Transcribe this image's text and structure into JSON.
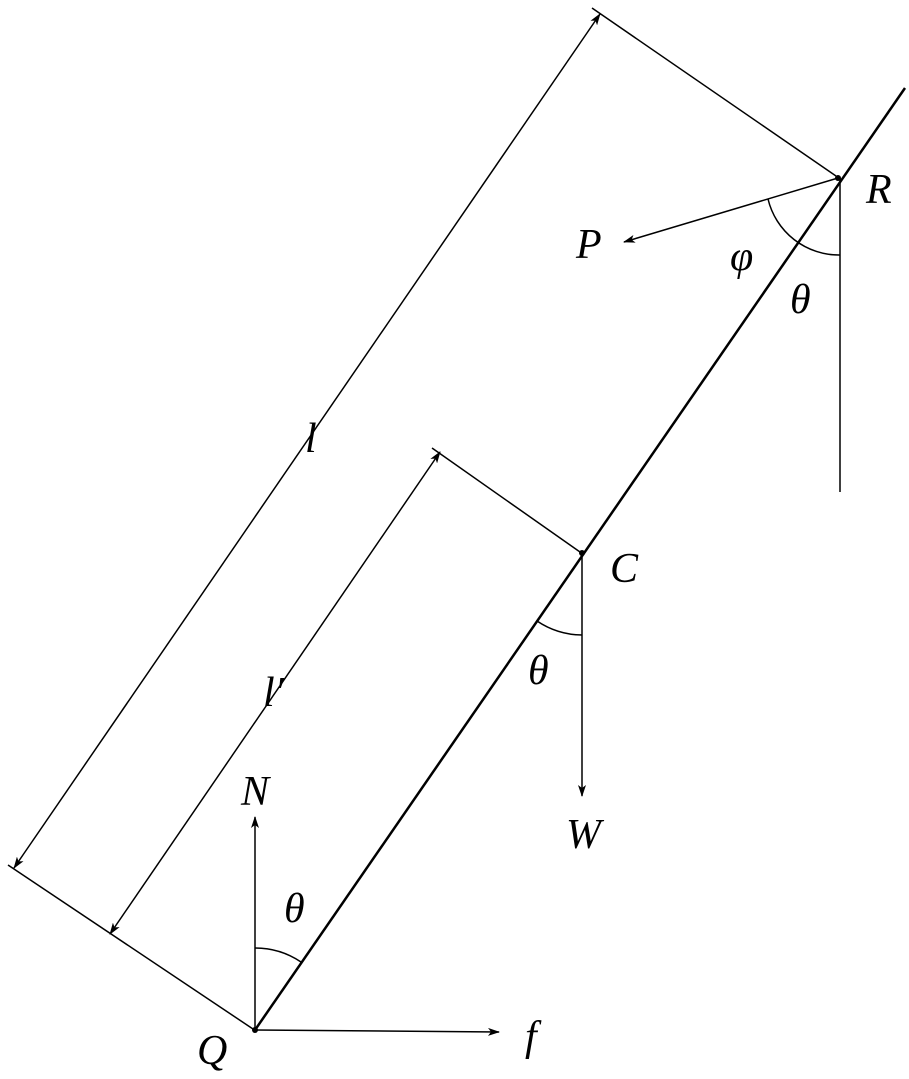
{
  "labels": {
    "R": "R",
    "P": "P",
    "phi": "φ",
    "theta_R": "θ",
    "l": "l",
    "C": "C",
    "theta_C": "θ",
    "l_prime": "l′",
    "N": "N",
    "W": "W",
    "theta_Q": "θ",
    "Q": "Q",
    "f": "f"
  }
}
